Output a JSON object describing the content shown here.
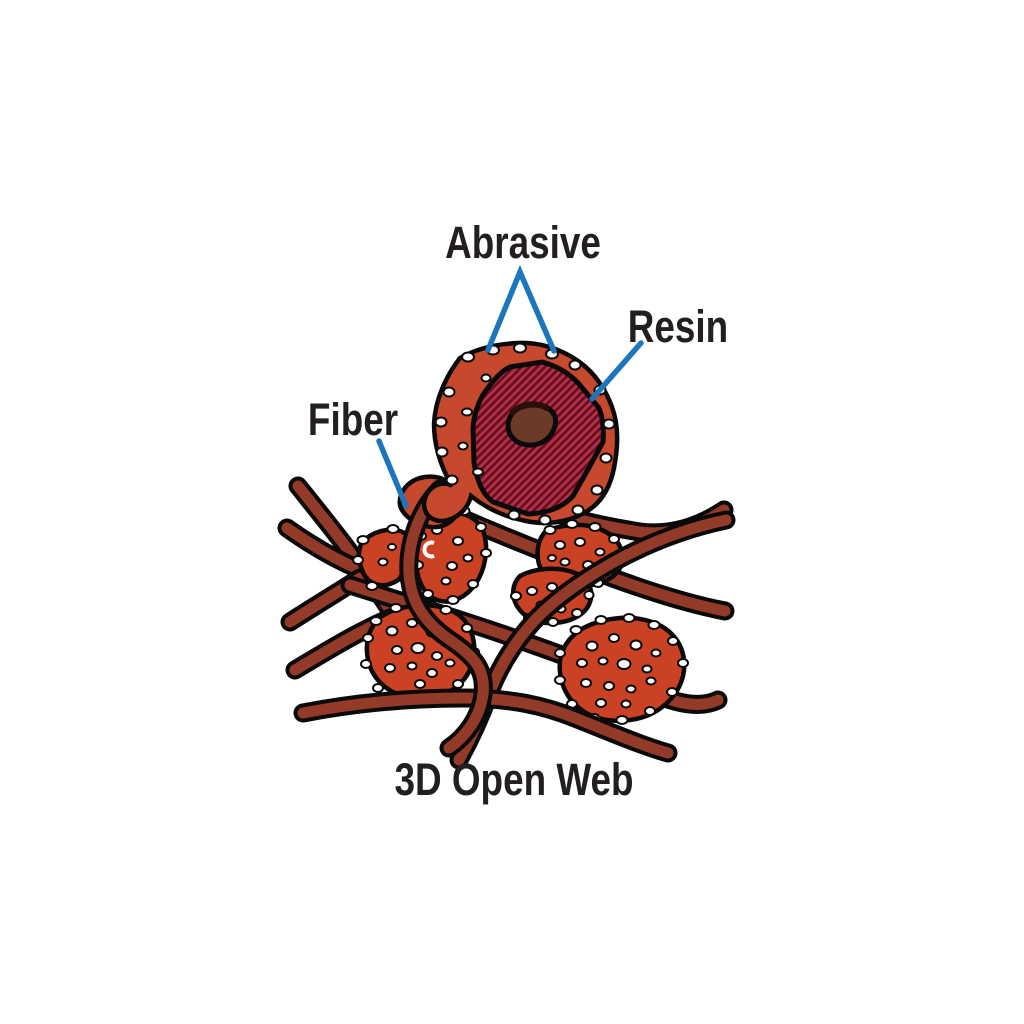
{
  "diagram": {
    "caption": "3D Open Web",
    "labels": {
      "abrasive": "Abrasive",
      "resin": "Resin",
      "fiber": "Fiber"
    }
  },
  "colors": {
    "ink": "#231f20",
    "callout-blue": "#1b76bd",
    "fiber-red": "#933b28",
    "blob-red": "#cb4124",
    "cluster-red": "#c6492d",
    "resin-red": "#b23146",
    "resin-hatch": "#650c1e",
    "core-brown": "#6b3a28",
    "grain-white": "#ffffff",
    "outline-black": "#0a0a0a"
  }
}
